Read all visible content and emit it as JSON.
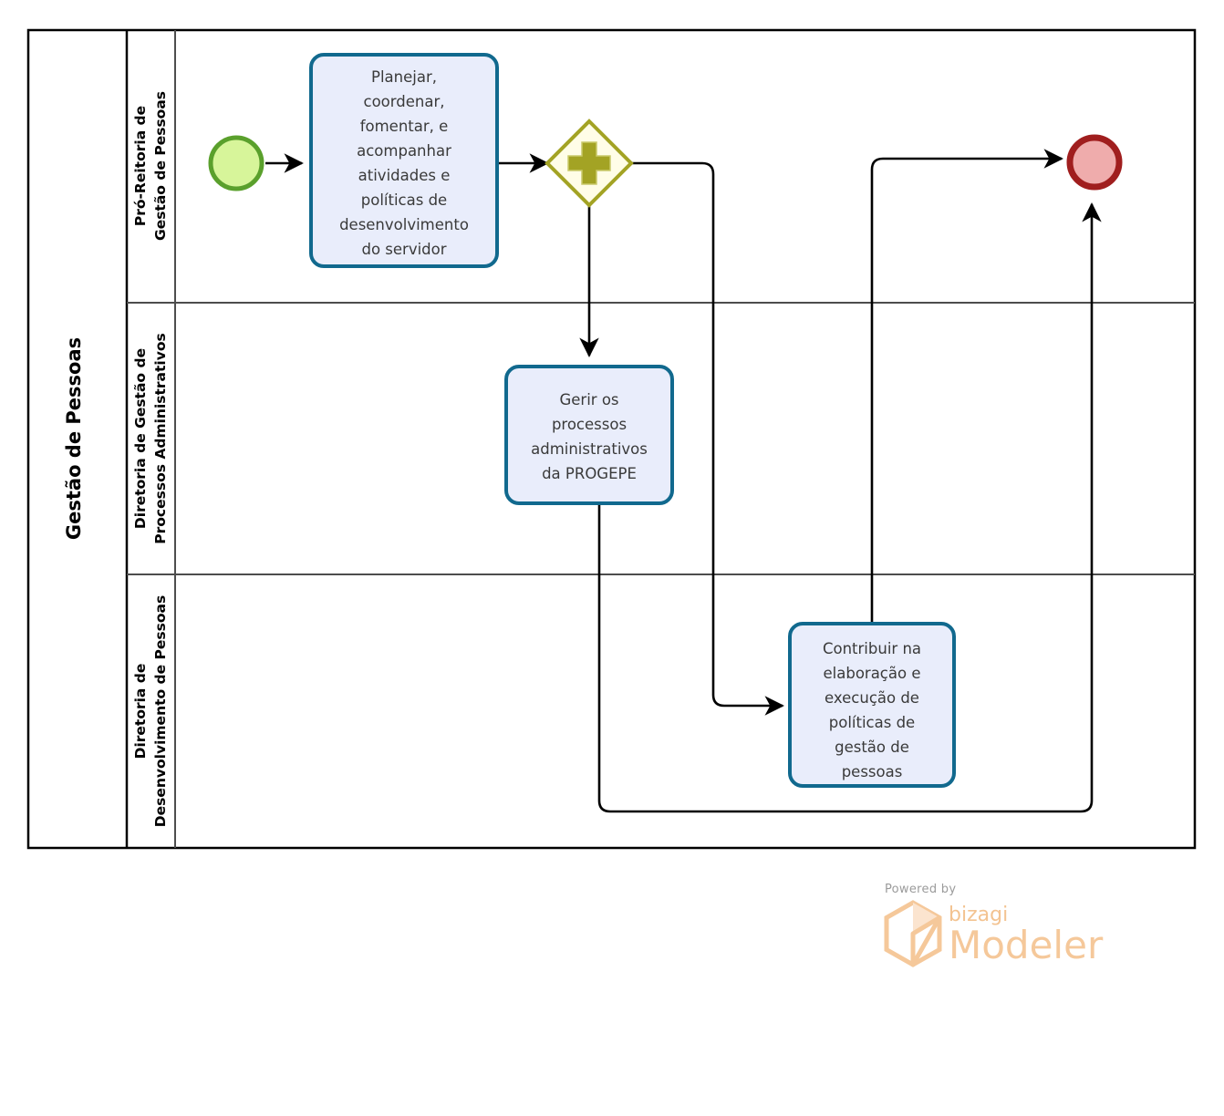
{
  "pool": {
    "label": "Gestão de Pessoas",
    "lanes": [
      {
        "id": "lane-pro-reitoria",
        "label": "Pró-Reitoria de Gestão de Pessoas"
      },
      {
        "id": "lane-processos-administrativos",
        "label": "Diretoria de Gestão de Processos Administrativos"
      },
      {
        "id": "lane-desenvolvimento-pessoas",
        "label": "Diretoria de Desenvolvimento de Pessoas"
      }
    ]
  },
  "nodes": {
    "start_event": {
      "type": "start-event",
      "label": "",
      "color": "#d7f59a",
      "border": "#5aa02c"
    },
    "task_planejar": {
      "type": "task",
      "lines": [
        "Planejar,",
        "coordenar,",
        "fomentar, e",
        "acompanhar",
        "atividades e",
        "políticas de",
        "desenvolvimento",
        "do servidor"
      ],
      "fill": "#e9edfb",
      "border": "#11698e"
    },
    "gateway_parallel": {
      "type": "parallel-gateway",
      "symbol": "+",
      "fill": "#fffde7",
      "border": "#a3a324"
    },
    "task_gerir": {
      "type": "task",
      "lines": [
        "Gerir os",
        "processos",
        "administrativos",
        "da PROGEPE"
      ],
      "fill": "#e9edfb",
      "border": "#11698e"
    },
    "task_contribuir": {
      "type": "task",
      "lines": [
        "Contribuir na",
        "elaboração e",
        "execução de",
        "políticas de",
        "gestão de",
        "pessoas"
      ],
      "fill": "#e9edfb",
      "border": "#11698e"
    },
    "end_event": {
      "type": "end-event",
      "label": "",
      "color": "#efacac",
      "border": "#a01e1e"
    }
  },
  "watermark": {
    "powered_by": "Powered by",
    "brand": "bizagi",
    "product": "Modeler",
    "color": "#f5c89a"
  }
}
